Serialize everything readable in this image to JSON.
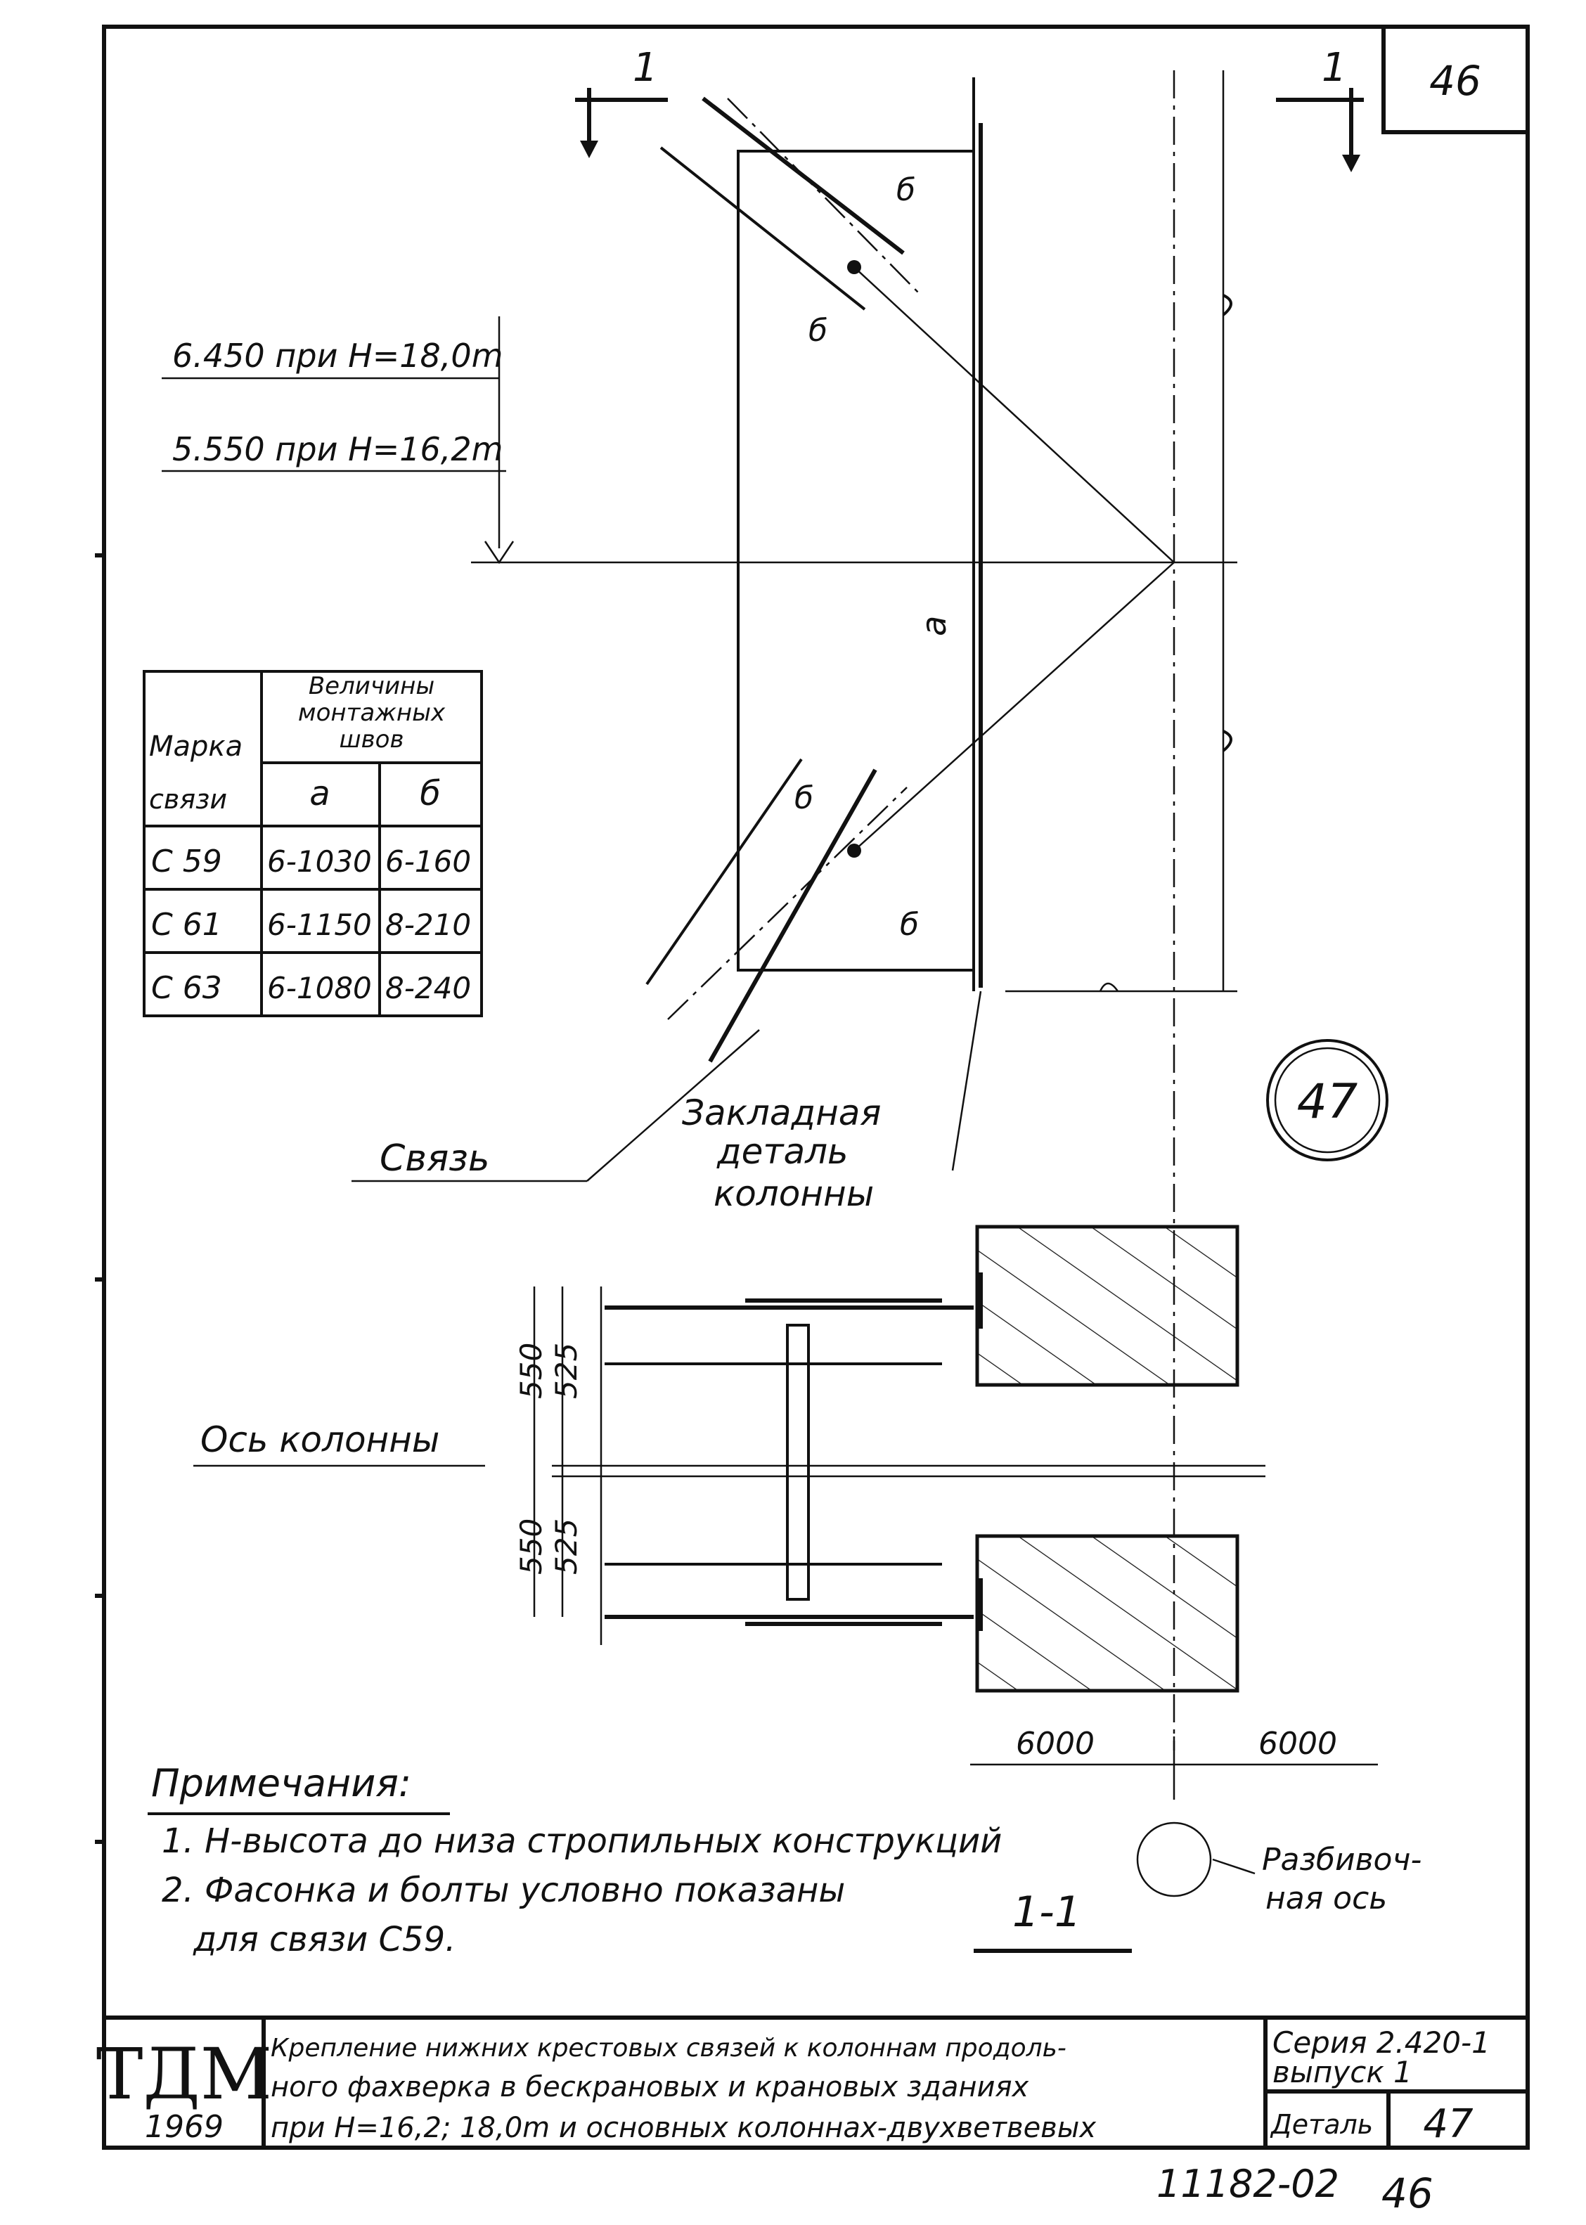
{
  "sheet": {
    "page_number": "46",
    "section_label_left": "1",
    "section_label_right": "1",
    "detail_number": "47"
  },
  "levels": {
    "level_1": "6.450 при H=18,0m",
    "level_2": "5.550 при H=16,2m"
  },
  "weld_marks": {
    "a": "a",
    "b": "б"
  },
  "table": {
    "header_mark_1": "Марка",
    "header_mark_2": "связи",
    "header_values": "Величины монтажных швов",
    "col_a": "a",
    "col_b": "б",
    "rows": [
      {
        "mark": "C 59",
        "a": "6-1030",
        "b": "6-160"
      },
      {
        "mark": "C 61",
        "a": "6-1150",
        "b": "8-210"
      },
      {
        "mark": "C 63",
        "a": "6-1080",
        "b": "8-240"
      }
    ]
  },
  "labels": {
    "brace": "Связь",
    "embedded_1": "Закладная",
    "embedded_2": "деталь",
    "embedded_3": "колонны",
    "column_axis": "Ось колонны",
    "dim_550_top": "550",
    "dim_525_top": "525",
    "dim_550_bottom": "550",
    "dim_525_bottom": "525",
    "dim_6000_left": "6000",
    "dim_6000_right": "6000",
    "section_name": "1-1",
    "layout_axis_1": "Разбивоч-",
    "layout_axis_2": "ная ось"
  },
  "notes": {
    "title": "Примечания:",
    "line_1": "1. H-высота до низа стропильных конструкций",
    "line_2": "2. Фасонка и болты условно показаны",
    "line_3": "для связи C59."
  },
  "title_block": {
    "logo": "ТДМ",
    "year": "1969",
    "title_line_1": "Крепление нижних крестовых связей к колоннам продоль-",
    "title_line_2": "ного фахверка в бескрановых и крановых зданиях",
    "title_line_3": "при H=16,2; 18,0m и основных колоннах-двухветвевых",
    "series": "Серия 2.420-1",
    "issue": "выпуск 1",
    "detail_label": "Деталь",
    "detail_value": "47"
  },
  "footer": {
    "sheet_code": "11182-02",
    "page": "46"
  }
}
